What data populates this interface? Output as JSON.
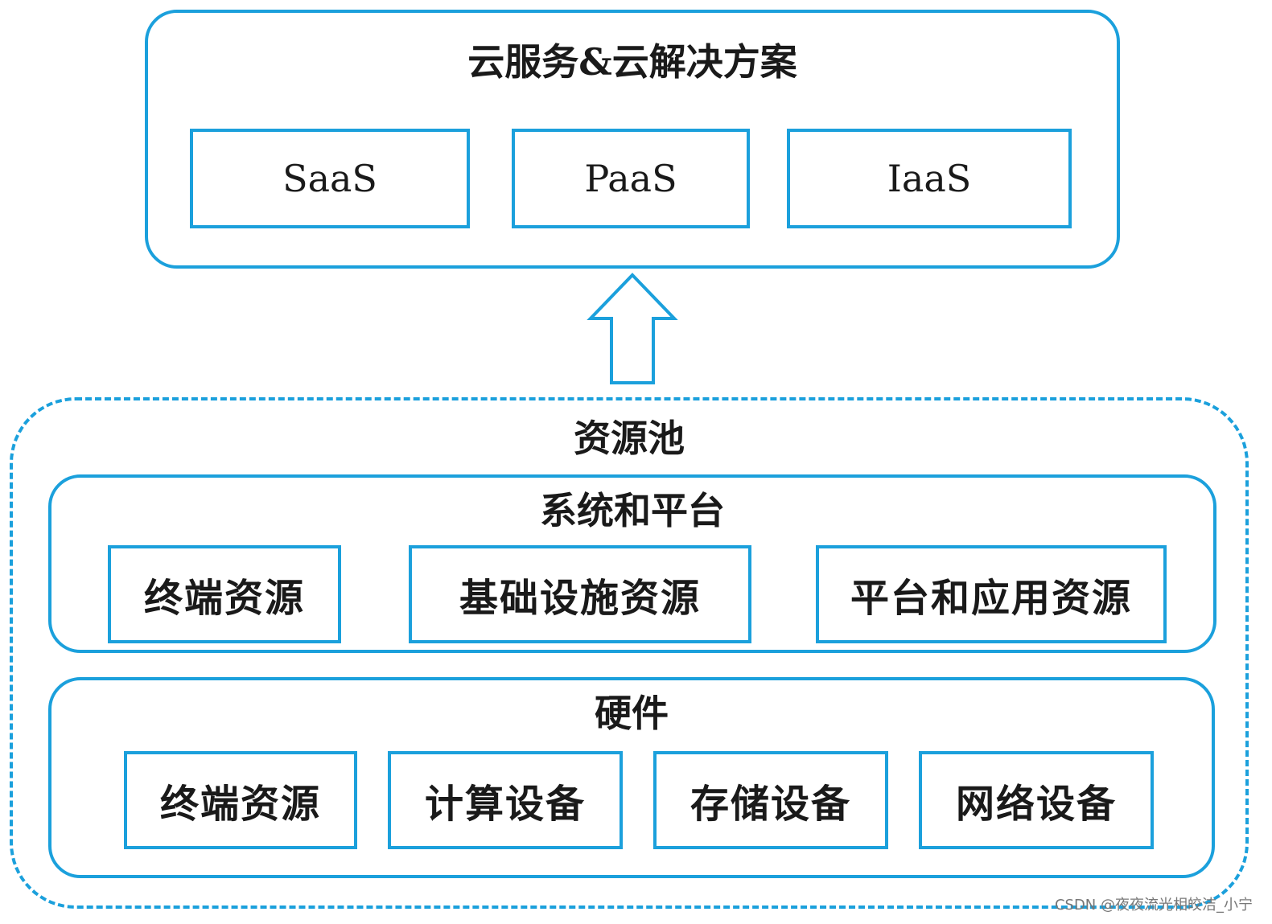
{
  "top": {
    "title": "云服务&云解决方案",
    "services": [
      "SaaS",
      "PaaS",
      "IaaS"
    ]
  },
  "pool": {
    "title": "资源池",
    "systems": {
      "title": "系统和平台",
      "items": [
        "终端资源",
        "基础设施资源",
        "平台和应用资源"
      ]
    },
    "hardware": {
      "title": "硬件",
      "items": [
        "终端资源",
        "计算设备",
        "存储设备",
        "网络设备"
      ]
    }
  },
  "colors": {
    "accent": "#1ba0dc"
  },
  "watermark": "CSDN @夜夜流光相皎洁_小宁"
}
